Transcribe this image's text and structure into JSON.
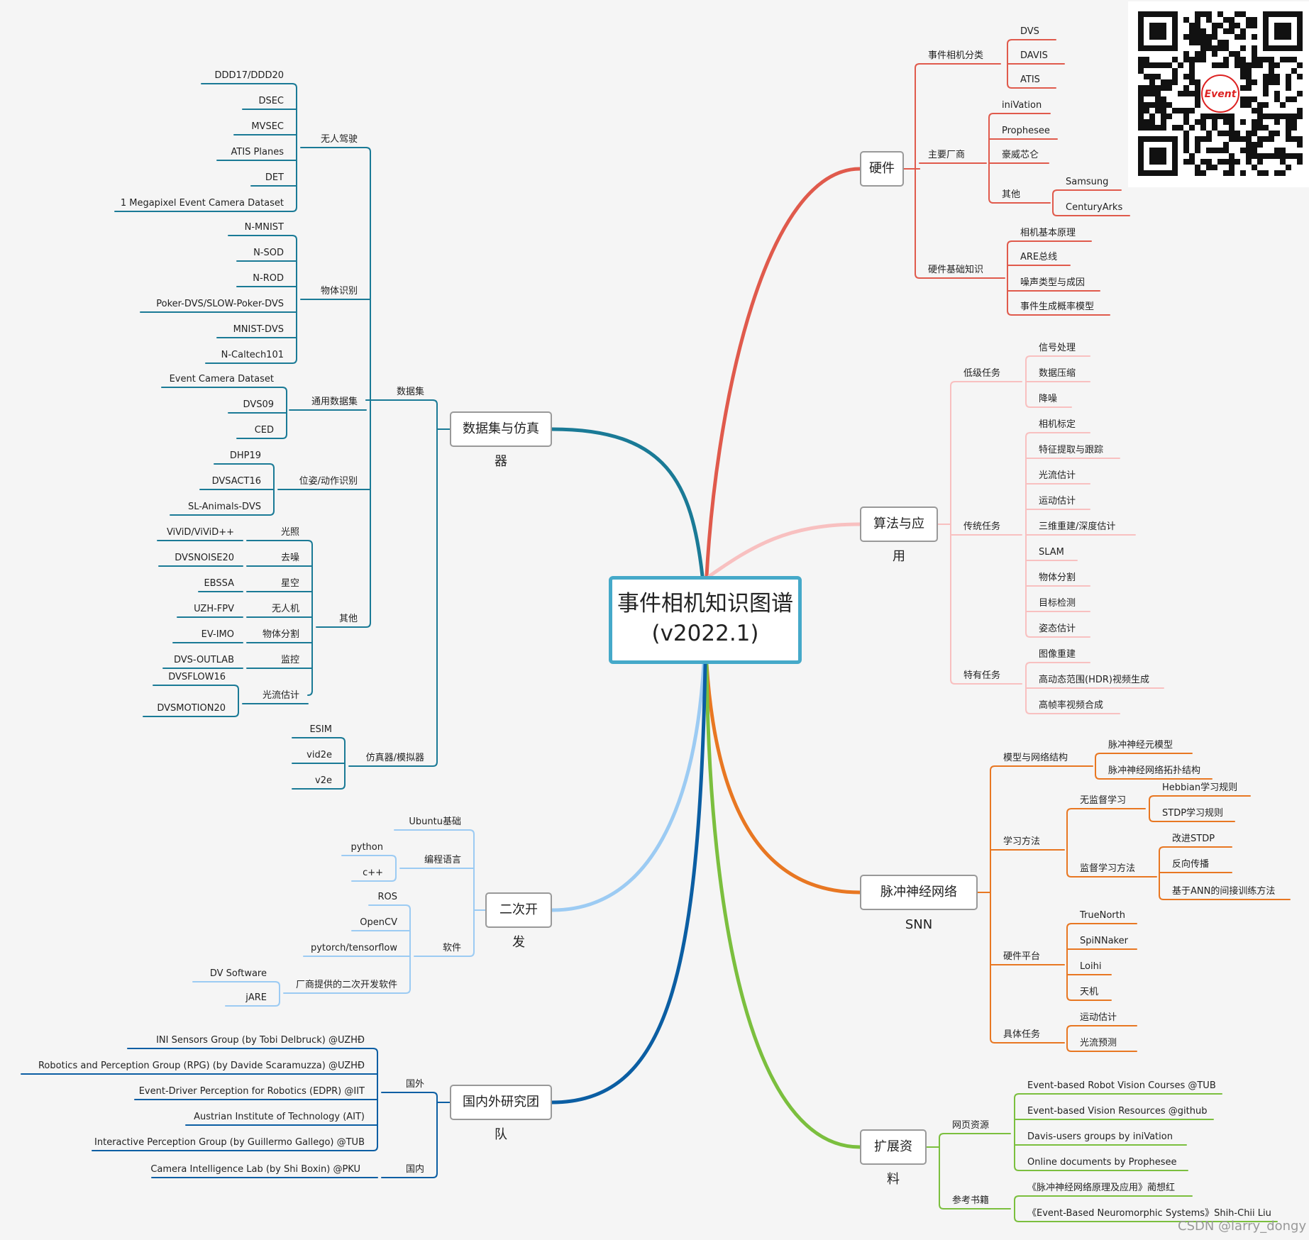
{
  "center": {
    "line1": "事件相机知识图谱",
    "line2": "(v2022.1)"
  },
  "branches": {
    "hardware": {
      "label": "硬件",
      "color": "#e05a4c"
    },
    "algorithms": {
      "label": "算法与应用",
      "color": "#f8c0c0"
    },
    "snn": {
      "label": "脉冲神经网络SNN",
      "color": "#e87722"
    },
    "resources": {
      "label": "扩展资料",
      "color": "#7bbf3e"
    },
    "datasets": {
      "label": "数据集与仿真器",
      "color": "#1a7a96"
    },
    "dev": {
      "label": "二次开发",
      "color": "#9ccbf3"
    },
    "teams": {
      "label": "国内外研究团队",
      "color": "#0b5ea3"
    }
  },
  "labels": {
    "hw_cat": "事件相机分类",
    "hw_dvs": "DVS",
    "hw_davis": "DAVIS",
    "hw_atis": "ATIS",
    "hw_vendors": "主要厂商",
    "hw_inivation": "iniVation",
    "hw_prophesee": "Prophesee",
    "hw_haowei": "豪威芯仑",
    "hw_other": "其他",
    "hw_samsung": "Samsung",
    "hw_century": "CenturyArks",
    "hw_basics": "硬件基础知识",
    "hw_principle": "相机基本原理",
    "hw_are": "ARE总线",
    "hw_noise": "噪声类型与成因",
    "hw_prob": "事件生成概率模型",
    "al_low": "低级任务",
    "al_signal": "信号处理",
    "al_compress": "数据压缩",
    "al_denoise": "降噪",
    "al_trad": "传统任务",
    "al_calib": "相机标定",
    "al_feature": "特征提取与跟踪",
    "al_flow": "光流估计",
    "al_motion": "运动估计",
    "al_3d": "三维重建/深度估计",
    "al_slam": "SLAM",
    "al_seg": "物体分割",
    "al_det": "目标检测",
    "al_pose": "姿态估计",
    "al_special": "特有任务",
    "al_recon": "图像重建",
    "al_hdr": "高动态范围(HDR)视频生成",
    "al_hfr": "高帧率视频合成",
    "snn_model": "模型与网络结构",
    "snn_neuron": "脉冲神经元模型",
    "snn_topo": "脉冲神经网络拓扑结构",
    "snn_learn": "学习方法",
    "snn_unsup": "无监督学习",
    "snn_hebb": "Hebbian学习规则",
    "snn_stdp": "STDP学习规则",
    "snn_sup": "监督学习方法",
    "snn_istdp": "改进STDP",
    "snn_bp": "反向传播",
    "snn_ann": "基于ANN的间接训练方法",
    "snn_hw": "硬件平台",
    "snn_truenorth": "TrueNorth",
    "snn_spinnaker": "SpiNNaker",
    "snn_loihi": "Loihi",
    "snn_tianji": "天机",
    "snn_task": "具体任务",
    "snn_motion": "运动估计",
    "snn_flow": "光流预测",
    "res_web": "网页资源",
    "res_courses": "Event-based Robot Vision Courses @TUB",
    "res_github": "Event-based Vision Resources @github",
    "res_davis": "Davis-users groups by iniVation",
    "res_docs": "Online documents by Prophesee",
    "res_books": "参考书籍",
    "res_book1": "《脉冲神经网络原理及应用》蔺想红",
    "res_book2": "《Event-Based Neuromorphic Systems》Shih-Chii Liu",
    "ds_dataset": "数据集",
    "ds_auto": "无人驾驶",
    "ds_ddd": "DDD17/DDD20",
    "ds_dsec": "DSEC",
    "ds_mvsec": "MVSEC",
    "ds_atisplanes": "ATIS Planes",
    "ds_det": "DET",
    "ds_1mp": "1 Megapixel Event Camera Dataset",
    "ds_obj": "物体识别",
    "ds_nmnist": "N-MNIST",
    "ds_nsod": "N-SOD",
    "ds_nrod": "N-ROD",
    "ds_poker": "Poker-DVS/SLOW-Poker-DVS",
    "ds_mnistdvs": "MNIST-DVS",
    "ds_ncal": "N-Caltech101",
    "ds_general": "通用数据集",
    "ds_ecd": "Event Camera Dataset",
    "ds_dvs09": "DVS09",
    "ds_ced": "CED",
    "ds_pose": "位姿/动作识别",
    "ds_dhp19": "DHP19",
    "ds_dvsact": "DVSACT16",
    "ds_slanimals": "SL-Animals-DVS",
    "ds_others": "其他",
    "ds_light": "光照",
    "ds_vivid": "ViViD/ViViD++",
    "ds_denoise": "去噪",
    "ds_dvsnoise": "DVSNOISE20",
    "ds_star": "星空",
    "ds_ebssa": "EBSSA",
    "ds_drone": "无人机",
    "ds_uzhfpv": "UZH-FPV",
    "ds_objseg": "物体分割",
    "ds_evimo": "EV-IMO",
    "ds_monitor": "监控",
    "ds_outlab": "DVS-OUTLAB",
    "ds_flowest": "光流估计",
    "ds_flow16": "DVSFLOW16",
    "ds_motion20": "DVSMOTION20",
    "ds_sim": "仿真器/模拟器",
    "ds_esim": "ESIM",
    "ds_vid2e": "vid2e",
    "ds_v2e": "v2e",
    "dev_ubuntu": "Ubuntu基础",
    "dev_lang": "编程语言",
    "dev_python": "python",
    "dev_cpp": "c++",
    "dev_sw": "软件",
    "dev_ros": "ROS",
    "dev_opencv": "OpenCV",
    "dev_pytorch": "pytorch/tensorflow",
    "dev_vendor": "厂商提供的二次开发软件",
    "dev_dvsw": "DV Software",
    "dev_jare": "jARE",
    "tm_abroad": "国外",
    "tm_ini": "INI Sensors Group (by Tobi Delbruck)  @UZHÐ",
    "tm_rpg": "Robotics and Perception Group (RPG) (by Davide Scaramuzza) @UZHÐ",
    "tm_edpr": "Event-Driver Perception for Robotics (EDPR) @IIT",
    "tm_ait": "Austrian Institute of Technology (AIT)",
    "tm_ipg": "Interactive Perception Group (by Guillermo Gallego) @TUB",
    "tm_domestic": "国内",
    "tm_cil": "Camera Intelligence Lab (by Shi Boxin) @PKU"
  },
  "qr": {
    "logo_text": "Event"
  },
  "watermark": "CSDN @larry_dongy"
}
